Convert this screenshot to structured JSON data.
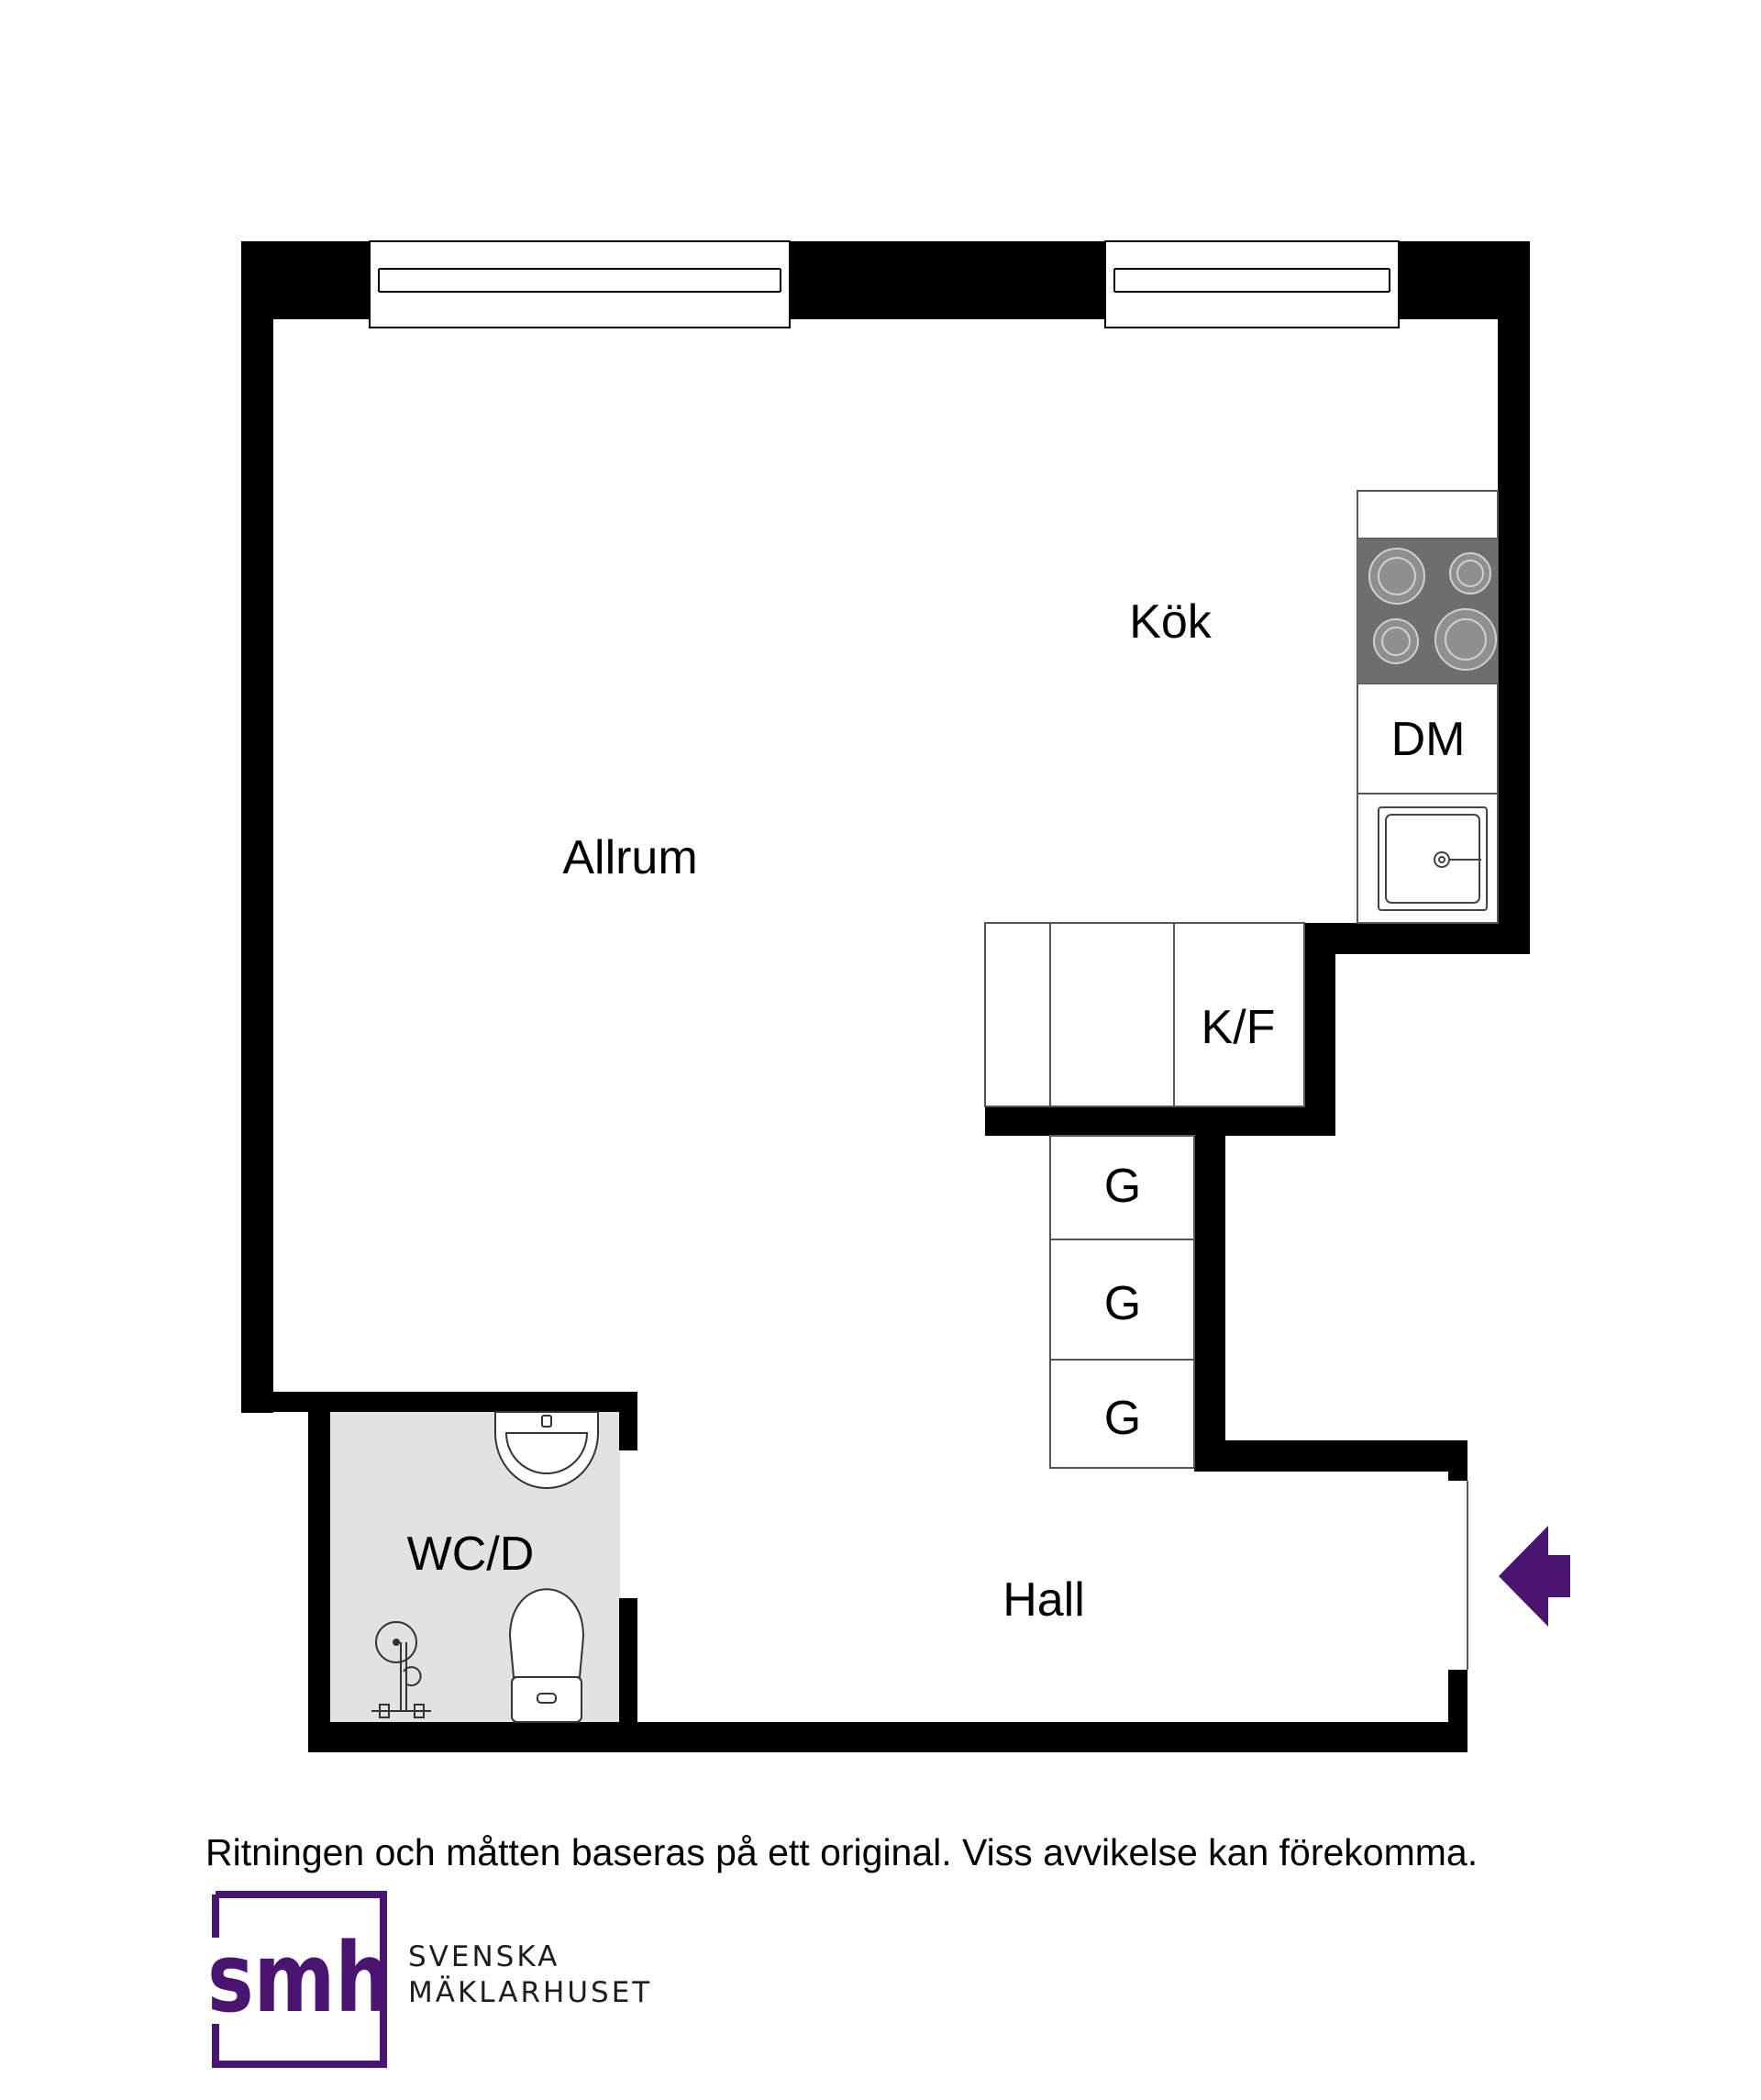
{
  "floorplan": {
    "rooms": {
      "allrum": "Allrum",
      "kok": "Kök",
      "wc": "WC/D",
      "hall": "Hall"
    },
    "fixtures": {
      "dishwasher": "DM",
      "fridge_freezer": "K/F",
      "wardrobe_1": "G",
      "wardrobe_2": "G",
      "wardrobe_3": "G"
    },
    "colors": {
      "wall": "#000000",
      "bathroom_floor": "#e2e2e2",
      "stove": "#6e6e6e",
      "entrance_arrow": "#4a1570"
    }
  },
  "footer": {
    "disclaimer": "Ritningen och måtten baseras på ett original. Viss avvikelse kan förekomma.",
    "logo_mark": "smh",
    "brand_line1": "SVENSKA",
    "brand_line2": "MÄKLARHUSET",
    "brand_color": "#4a1570"
  }
}
